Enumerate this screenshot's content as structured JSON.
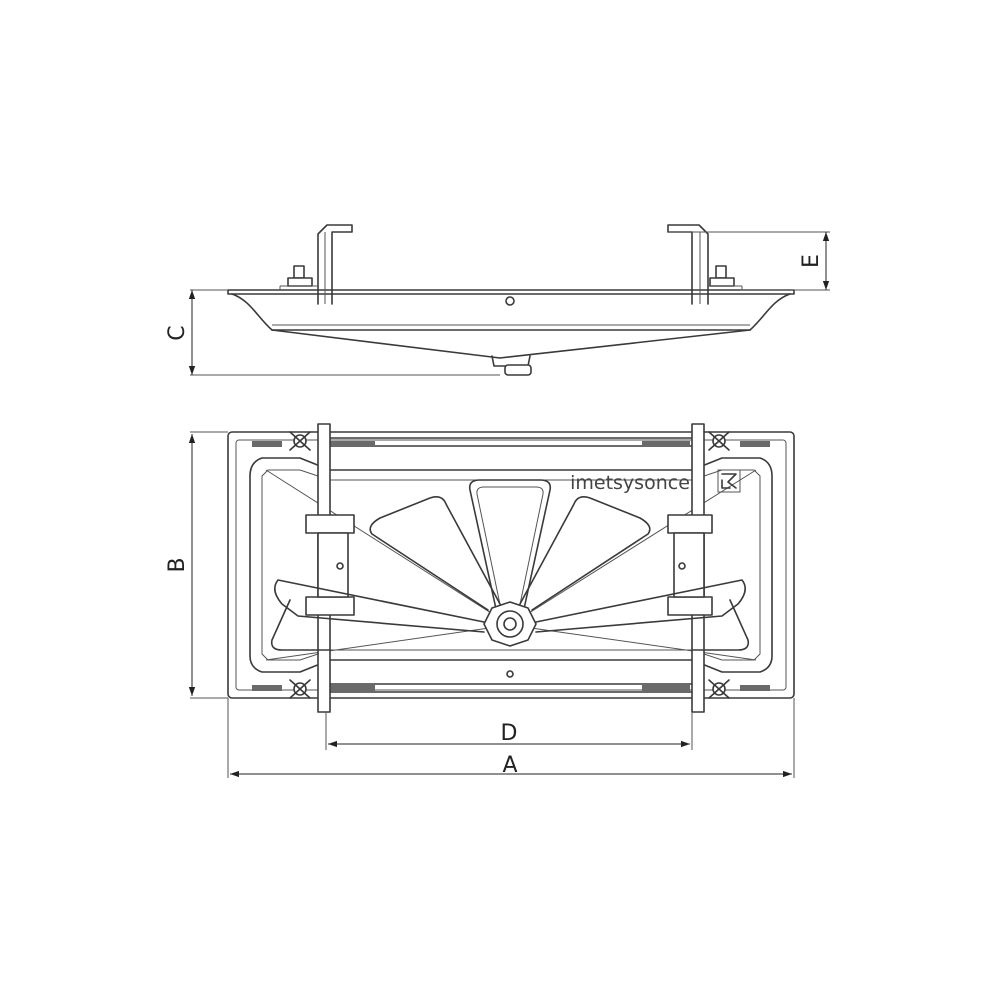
{
  "dimensions": {
    "A": "A",
    "B": "B",
    "C": "C",
    "D": "D",
    "E": "E"
  },
  "brand_text": "imetsysonce",
  "colors": {
    "line": "#3a3a3a",
    "background": "#ffffff"
  }
}
